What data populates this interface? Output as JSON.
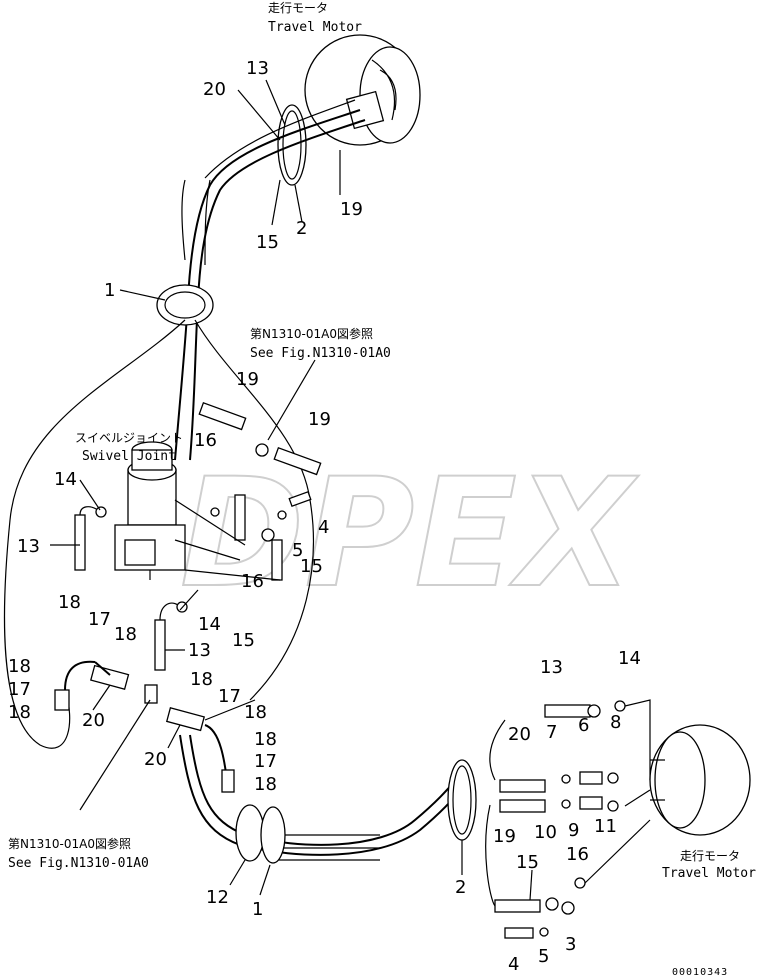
{
  "captions": {
    "motor_top_jp": "走行モータ",
    "motor_top_en": "Travel Motor",
    "swivel_jp": "スイベルジョイント",
    "swivel_en": "Swivel Joint",
    "see_ref_top_jp": "第N1310-01A0図参照",
    "see_ref_top_en": "See Fig.N1310-01A0",
    "see_ref_bottom_jp": "第N1310-01A0図参照",
    "see_ref_bottom_en": "See Fig.N1310-01A0",
    "motor_bottom_jp": "走行モータ",
    "motor_bottom_en": "Travel Motor",
    "drawing_code": "00010343"
  },
  "callouts": [
    "13",
    "20",
    "19",
    "2",
    "15",
    "1",
    "19",
    "16",
    "19",
    "14",
    "4",
    "5",
    "13",
    "15",
    "16",
    "15",
    "18",
    "17",
    "18",
    "14",
    "13",
    "18",
    "17",
    "18",
    "20",
    "18",
    "17",
    "18",
    "20",
    "18",
    "17",
    "18",
    "13",
    "14",
    "20",
    "7",
    "6",
    "8",
    "10",
    "9",
    "11",
    "19",
    "12",
    "1",
    "2",
    "15",
    "16",
    "3",
    "4",
    "5"
  ],
  "watermark": "DPEX"
}
